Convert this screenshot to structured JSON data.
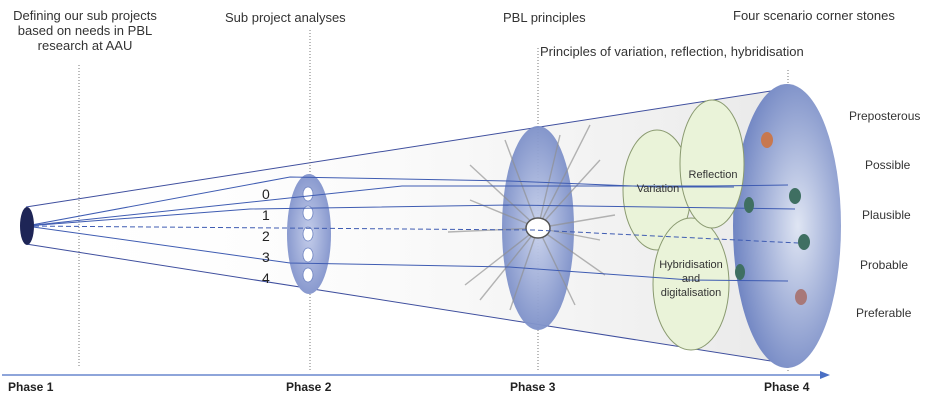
{
  "labels": {
    "defining": "Defining our sub projects based on needs in PBL research at AAU",
    "sub_project_analyses": "Sub project analyses",
    "pbl_principles": "PBL principles",
    "four_scenario": "Four scenario corner stones",
    "principles_of": "Principles of variation, reflection, hybridisation"
  },
  "phases": [
    "Phase 1",
    "Phase 2",
    "Phase 3",
    "Phase 4"
  ],
  "sub_projects": [
    "0",
    "1",
    "2",
    "3",
    "4"
  ],
  "principles": {
    "variation": "Variation",
    "reflection": "Reflection",
    "hybridisation": "Hybridisation and digitalisation"
  },
  "scenarios": [
    "Preposterous",
    "Possible",
    "Plausible",
    "Probable",
    "Preferable"
  ],
  "colors": {
    "cone_line": "#3f4f9e",
    "disc_blue": "#7a8fc8",
    "principle_fill": "#eaf3d9",
    "dot_teal": "#3f6f62",
    "dot_orange": "#c8784f",
    "dot_pink": "#a87878",
    "axis": "#4a6fc4"
  }
}
